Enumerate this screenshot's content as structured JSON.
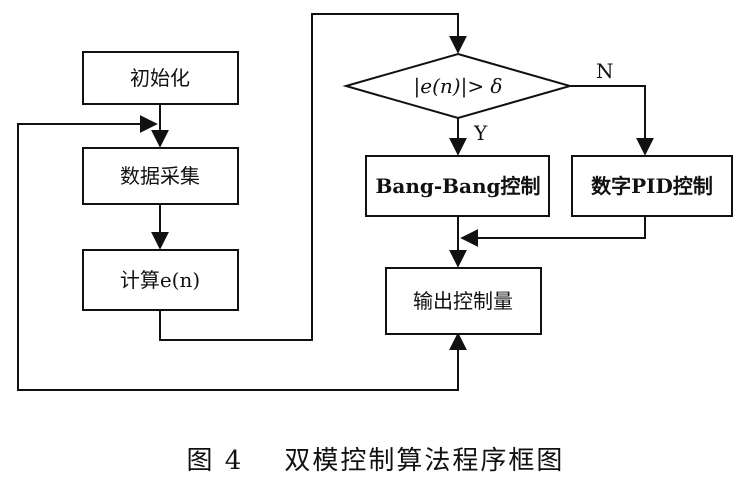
{
  "nodes": {
    "init": "初始化",
    "acquire": "数据采集",
    "compute": "计算e(n)",
    "decision": "|e(n)|> δ",
    "bangbang": "Bang-Bang控制",
    "pid": "数字PID控制",
    "output": "输出控制量"
  },
  "edges": {
    "yes_label": "Y",
    "no_label": "N"
  },
  "caption": {
    "figure_number": "图 4",
    "title": "双模控制算法程序框图"
  }
}
